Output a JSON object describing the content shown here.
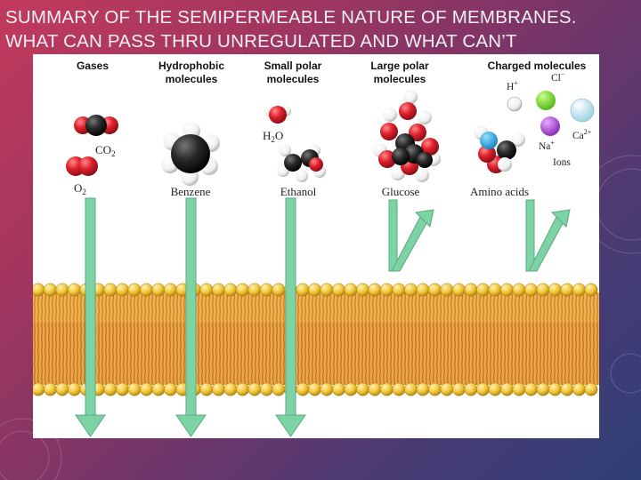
{
  "slide": {
    "title_line1": "SUMMARY OF THE SEMIPERMEABLE NATURE OF MEMBRANES.",
    "title_line2": "WHAT CAN PASS THRU UNREGULATED AND WHAT CAN’T"
  },
  "figure": {
    "categories": [
      {
        "line1": "Gases",
        "line2": ""
      },
      {
        "line1": "Hydrophobic",
        "line2": "molecules"
      },
      {
        "line1": "Small polar",
        "line2": "molecules"
      },
      {
        "line1": "Large polar",
        "line2": "molecules"
      },
      {
        "line1": "Charged molecules",
        "line2": ""
      }
    ],
    "molecules": {
      "co2": {
        "base": "CO",
        "sub": "2"
      },
      "o2": {
        "base": "O",
        "sub": "2"
      },
      "benzene": "Benzene",
      "h2o": {
        "base": "H",
        "sub": "2",
        "end": "O"
      },
      "ethanol": "Ethanol",
      "glucose": "Glucose",
      "amino_acids": "Amino acids",
      "h_ion": {
        "base": "H",
        "sup": "+"
      },
      "cl_ion": {
        "base": "Cl",
        "sup": "−"
      },
      "na_ion": {
        "base": "Na",
        "sup": "+"
      },
      "ca_ion": {
        "base": "Ca",
        "sup": "2+"
      },
      "ions_label": "Ions"
    },
    "colors": {
      "arrow": "#7ed3a5",
      "lipid_head": "#f2c43a",
      "lipid_tail": "#efa94a",
      "oxygen": "#e0202c",
      "carbon": "#222222",
      "hydrogen": "#ffffff",
      "cl_ion": "#88e03a",
      "na_ion": "#b44fd8",
      "ca_ion": "#bfe6f0",
      "nitrogen": "#2ba7e0"
    }
  }
}
